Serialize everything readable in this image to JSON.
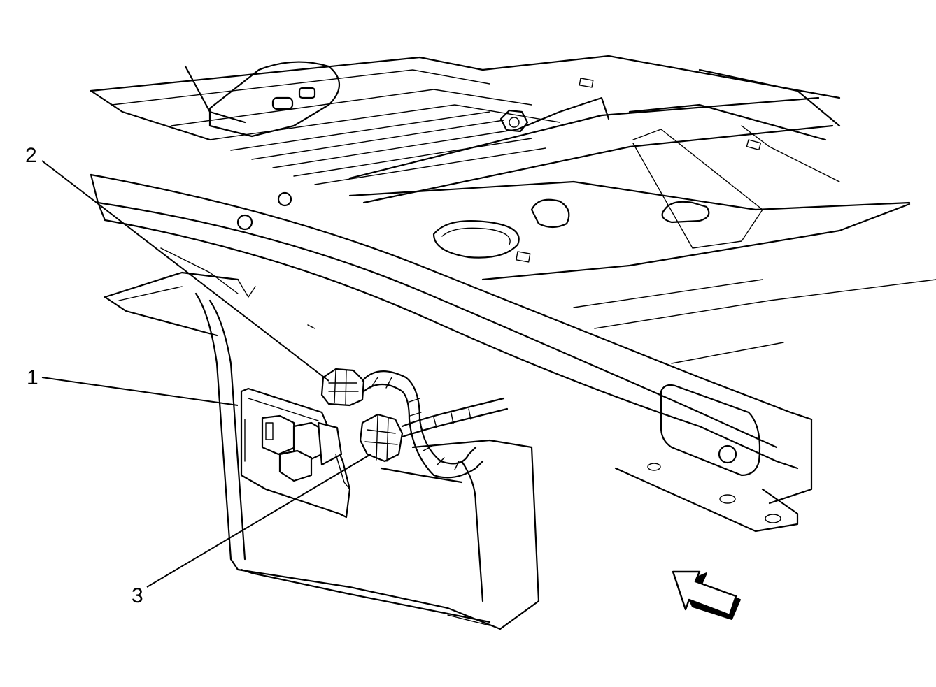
{
  "callouts": [
    {
      "id": "1",
      "label": "1"
    },
    {
      "id": "2",
      "label": "2"
    },
    {
      "id": "3",
      "label": "3"
    }
  ],
  "colors": {
    "line": "#000000",
    "background": "#ffffff"
  },
  "icons": {
    "view_direction": "arrow-icon"
  }
}
